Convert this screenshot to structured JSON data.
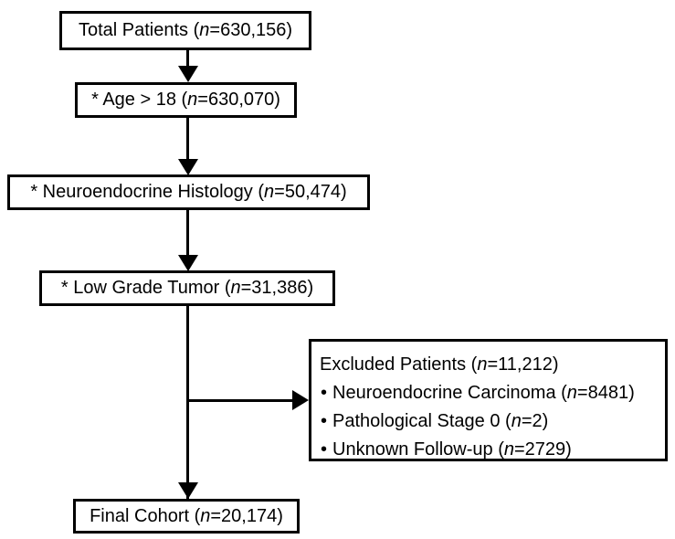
{
  "diagram": {
    "type": "patient-selection-flowchart",
    "title": "Patient Cohort Selection Flow Diagram",
    "background_color": "#ffffff",
    "line_color": "#000000",
    "nodes": [
      {
        "id": "total",
        "label_prefix": "",
        "label": "Total Patients (",
        "n_symbol": "n",
        "n_value": "=630,156)",
        "full_text": "Total Patients (n=630,156)"
      },
      {
        "id": "age",
        "label": "* Age > 18 (",
        "n_symbol": "n",
        "n_value": "=630,070)",
        "full_text": "* Age > 18 (n=630,070)"
      },
      {
        "id": "histology",
        "label": "* Neuroendocrine Histology (",
        "n_symbol": "n",
        "n_value": "=50,474)",
        "full_text": "* Neuroendocrine Histology (n=50,474)"
      },
      {
        "id": "lowgrade",
        "label": "* Low Grade Tumor (",
        "n_symbol": "n",
        "n_value": "=31,386)",
        "full_text": "* Low Grade Tumor (n=31,386)"
      },
      {
        "id": "final",
        "label": "Final Cohort (",
        "n_symbol": "n",
        "n_value": "=20,174)",
        "full_text": "Final Cohort (n=20,174)"
      }
    ],
    "excluded": {
      "heading_label": "Excluded Patients (",
      "heading_n_symbol": "n",
      "heading_n_value": "=11,212)",
      "heading_full_text": "Excluded Patients (n=11,212)",
      "bullet_glyph": "•",
      "items": [
        {
          "label": "Neuroendocrine Carcinoma (",
          "n_symbol": "n",
          "n_value": "=8481)",
          "full_text": "Neuroendocrine Carcinoma (n=8481)"
        },
        {
          "label": "Pathological Stage 0 (",
          "n_symbol": "n",
          "n_value": "=2)",
          "full_text": "Pathological Stage 0 (n=2)"
        },
        {
          "label": "Unknown Follow-up (",
          "n_symbol": "n",
          "n_value": "=2729)",
          "full_text": "Unknown Follow-up (n=2729)"
        }
      ]
    }
  }
}
